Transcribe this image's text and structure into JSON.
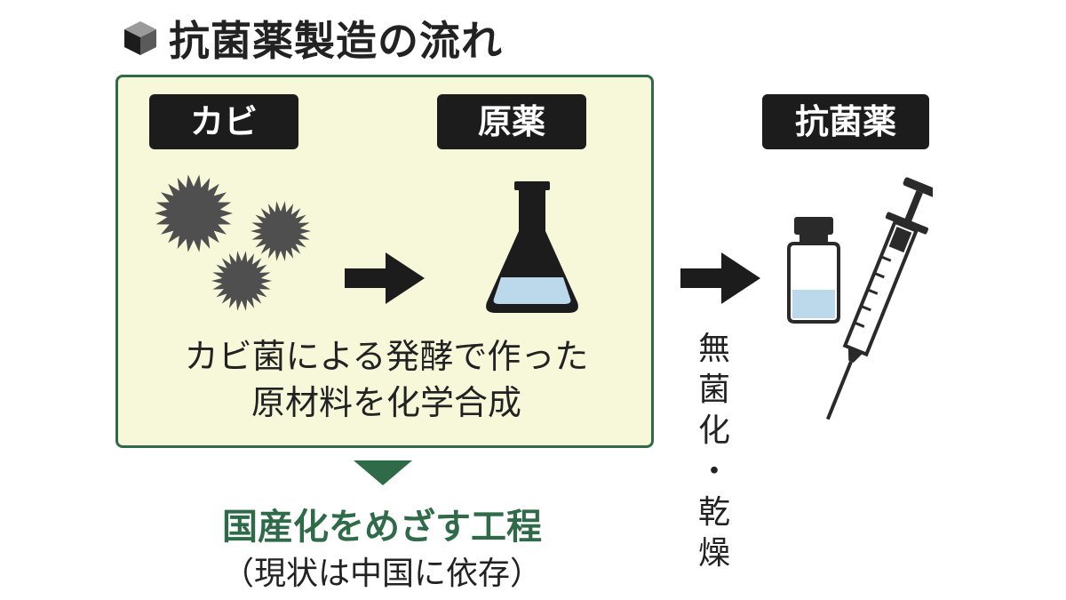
{
  "title": "抗菌薬製造の流れ",
  "labels": {
    "mold": "カビ",
    "raw_drug": "原薬",
    "antibiotic": "抗菌薬"
  },
  "panel_caption": {
    "line1": "カビ菌による発酵で作った",
    "line2": "原材料を化学合成"
  },
  "goal": {
    "heading": "国産化をめざす工程",
    "note": "（現状は中国に依存）"
  },
  "step_label": [
    "無",
    "菌",
    "化",
    "・",
    "乾",
    "燥"
  ],
  "colors": {
    "panel_bg": "#f7f7d9",
    "panel_border": "#2f6b49",
    "accent_green": "#2f6b49",
    "tag_bg": "#1c1c1c",
    "mold": "#4f4f4f",
    "liquid": "#bcd9ec"
  },
  "icons": [
    "cube-icon",
    "mold-spore-icon",
    "arrow-right-icon",
    "flask-icon",
    "vial-icon",
    "syringe-icon",
    "triangle-down-icon"
  ]
}
